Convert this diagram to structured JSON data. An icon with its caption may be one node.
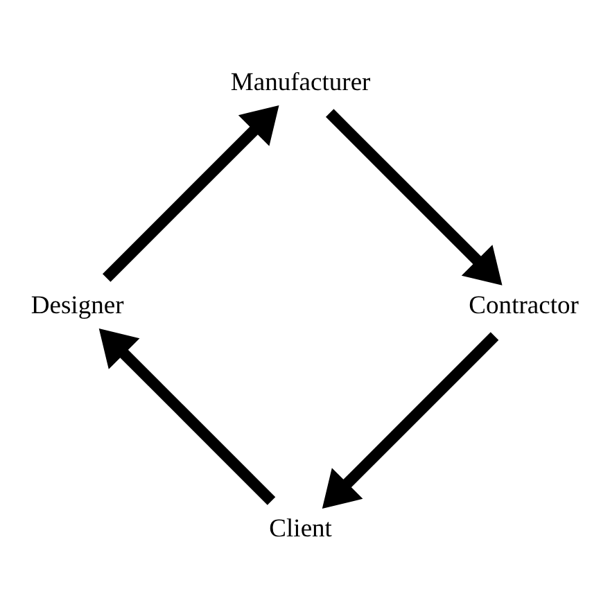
{
  "diagram": {
    "nodes": [
      {
        "text": [
          "Client"
        ]
      },
      {
        "text": [
          "Designer"
        ]
      },
      {
        "text": [
          "Manufacturer"
        ]
      },
      {
        "text": [
          "Contractor"
        ]
      }
    ],
    "edges": [
      {
        "from": 0,
        "to": 1,
        "arrow": "to"
      },
      {
        "from": 1,
        "to": 2,
        "arrow": "to"
      },
      {
        "from": 2,
        "to": 3,
        "arrow": "to"
      },
      {
        "from": 3,
        "to": 0,
        "arrow": "to"
      }
    ]
  }
}
